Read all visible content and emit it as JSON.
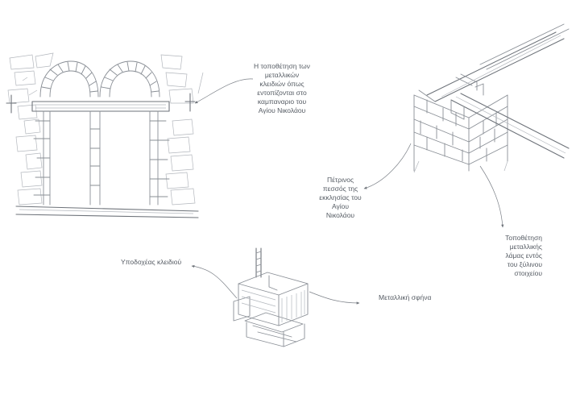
{
  "annotations": {
    "metal_keys": "Η τοποθέτηση των\nμεταλλικών\nκλειδιών όπως\nεντοπίζονται στο\nκαμπαναριο του\nΑγίου Νικολάου",
    "stone_pier": "Πέτρινος\nπεσσός της\nεκκλησίας του\nΑγίου\nΝικολάου",
    "metal_plate": "Τοποθέτηση\nμεταλλικής\nλάμας εντός\nτου ξύλινου\nστοιχείου",
    "key_receiver": "Υποδοχέας κλειδιού",
    "metal_wedge": "Μεταλλική σφήνα"
  }
}
